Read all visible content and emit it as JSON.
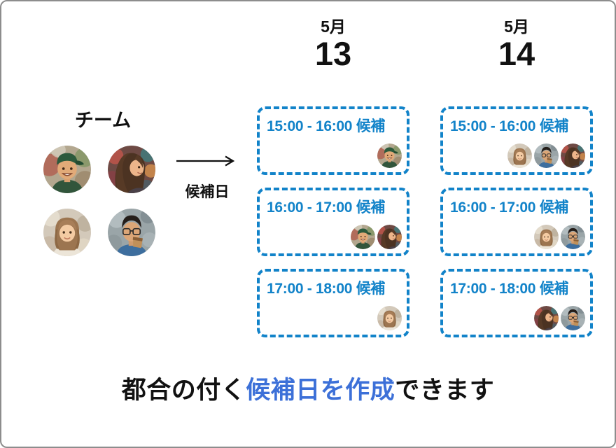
{
  "colors": {
    "slot_accent": "#1283c9",
    "caption_highlight": "#3c70d8",
    "frame_border": "#8d8d8d",
    "ink": "#111111"
  },
  "team": {
    "title": "チーム",
    "members": [
      "man-green-cap",
      "woman-long-hair",
      "woman-bob",
      "man-glasses-coffee"
    ]
  },
  "arrow": {
    "label": "候補日"
  },
  "columns": [
    {
      "month": "5月",
      "day": "13",
      "slots": [
        {
          "label": "15:00 - 16:00 候補",
          "attendees": [
            "man-green-cap"
          ]
        },
        {
          "label": "16:00 - 17:00 候補",
          "attendees": [
            "man-green-cap",
            "woman-long-hair"
          ]
        },
        {
          "label": "17:00 - 18:00 候補",
          "attendees": [
            "woman-bob"
          ]
        }
      ]
    },
    {
      "month": "5月",
      "day": "14",
      "slots": [
        {
          "label": "15:00 - 16:00 候補",
          "attendees": [
            "woman-bob",
            "man-glasses-coffee",
            "woman-long-hair"
          ]
        },
        {
          "label": "16:00 - 17:00 候補",
          "attendees": [
            "woman-bob",
            "man-glasses-coffee"
          ]
        },
        {
          "label": "17:00 - 18:00 候補",
          "attendees": [
            "woman-long-hair",
            "man-glasses-coffee"
          ]
        }
      ]
    }
  ],
  "caption": {
    "prefix": "都合の付く",
    "highlight": "候補日を作成",
    "suffix": "できます"
  }
}
